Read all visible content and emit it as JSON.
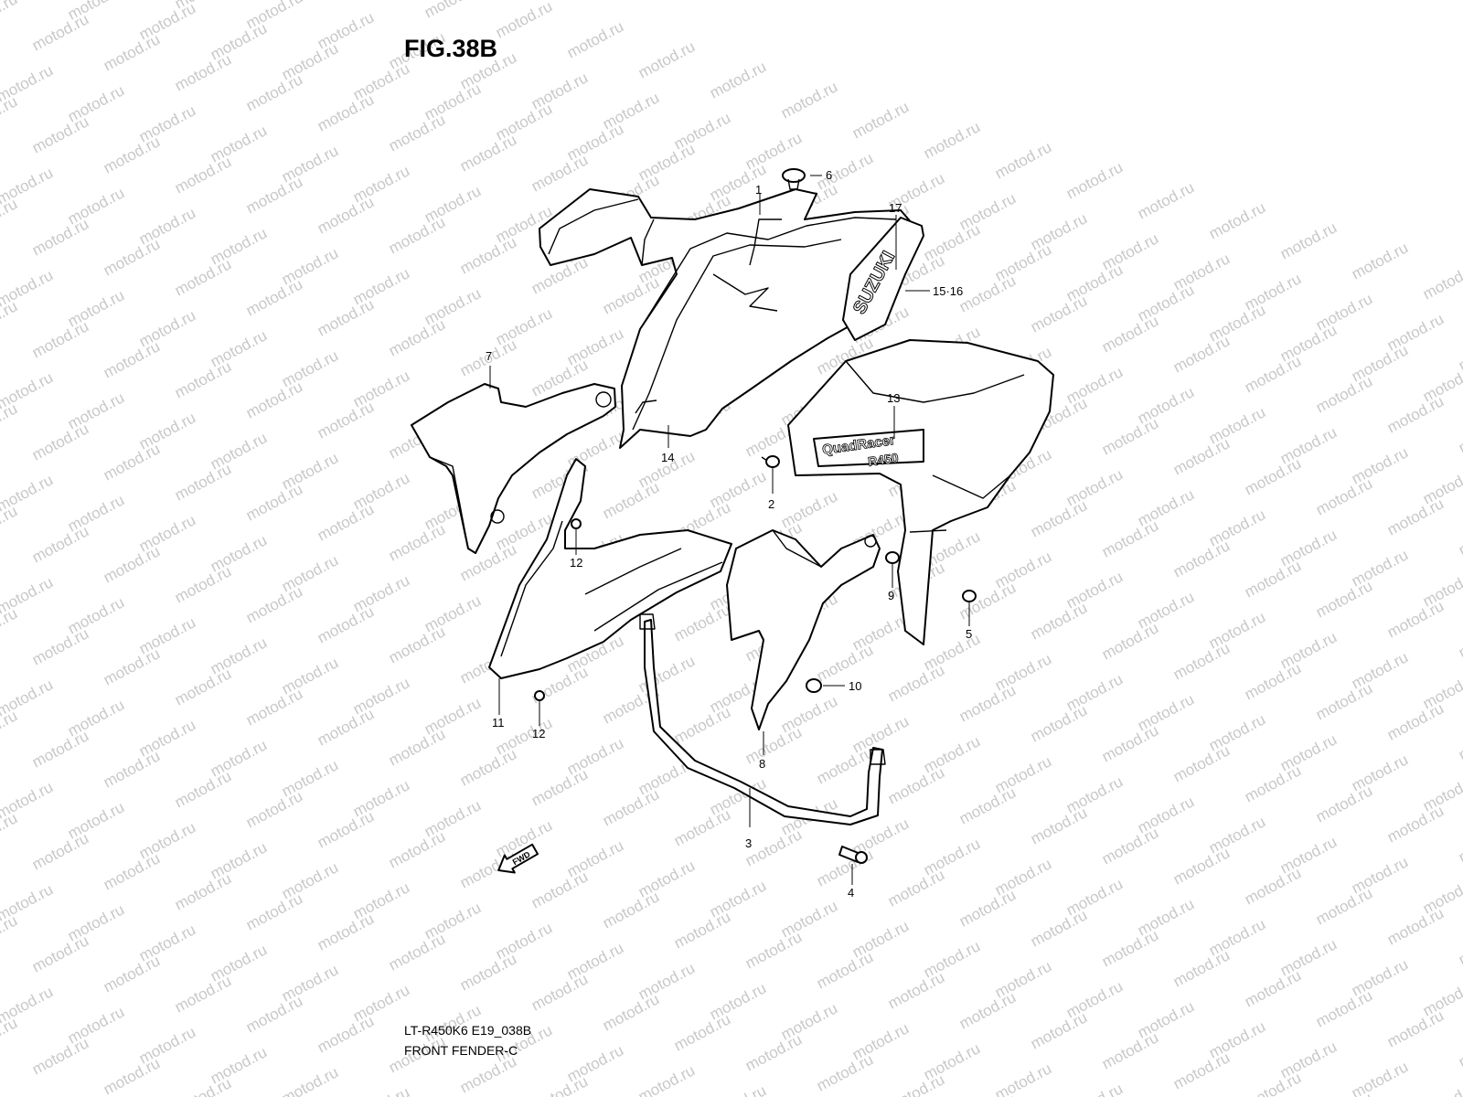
{
  "figure": {
    "title": "FIG.38B",
    "model_code": "LT-R450K6 E19_038B",
    "section_name": "FRONT FENDER-C"
  },
  "watermark": {
    "text": "motod.ru",
    "color": "#c8c8c8"
  },
  "decals": {
    "brand": "SUZUKI",
    "model_line1": "QuadRacer",
    "model_line2": "R450",
    "arrow": "FWD"
  },
  "callouts": [
    {
      "id": "1",
      "label": "1"
    },
    {
      "id": "2",
      "label": "2"
    },
    {
      "id": "3",
      "label": "3"
    },
    {
      "id": "4",
      "label": "4"
    },
    {
      "id": "5",
      "label": "5"
    },
    {
      "id": "6",
      "label": "6"
    },
    {
      "id": "7",
      "label": "7"
    },
    {
      "id": "8",
      "label": "8"
    },
    {
      "id": "9",
      "label": "9"
    },
    {
      "id": "10",
      "label": "10"
    },
    {
      "id": "11",
      "label": "11"
    },
    {
      "id": "12a",
      "label": "12"
    },
    {
      "id": "12b",
      "label": "12"
    },
    {
      "id": "13",
      "label": "13"
    },
    {
      "id": "14",
      "label": "14"
    },
    {
      "id": "15-16",
      "label": "15·16"
    },
    {
      "id": "17",
      "label": "17"
    }
  ]
}
